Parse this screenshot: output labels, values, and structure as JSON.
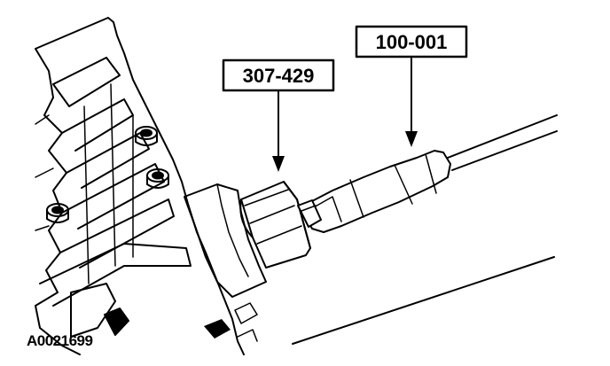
{
  "callouts": {
    "tool_a": "307-429",
    "tool_b": "100-001"
  },
  "figure_id": "A0021699"
}
